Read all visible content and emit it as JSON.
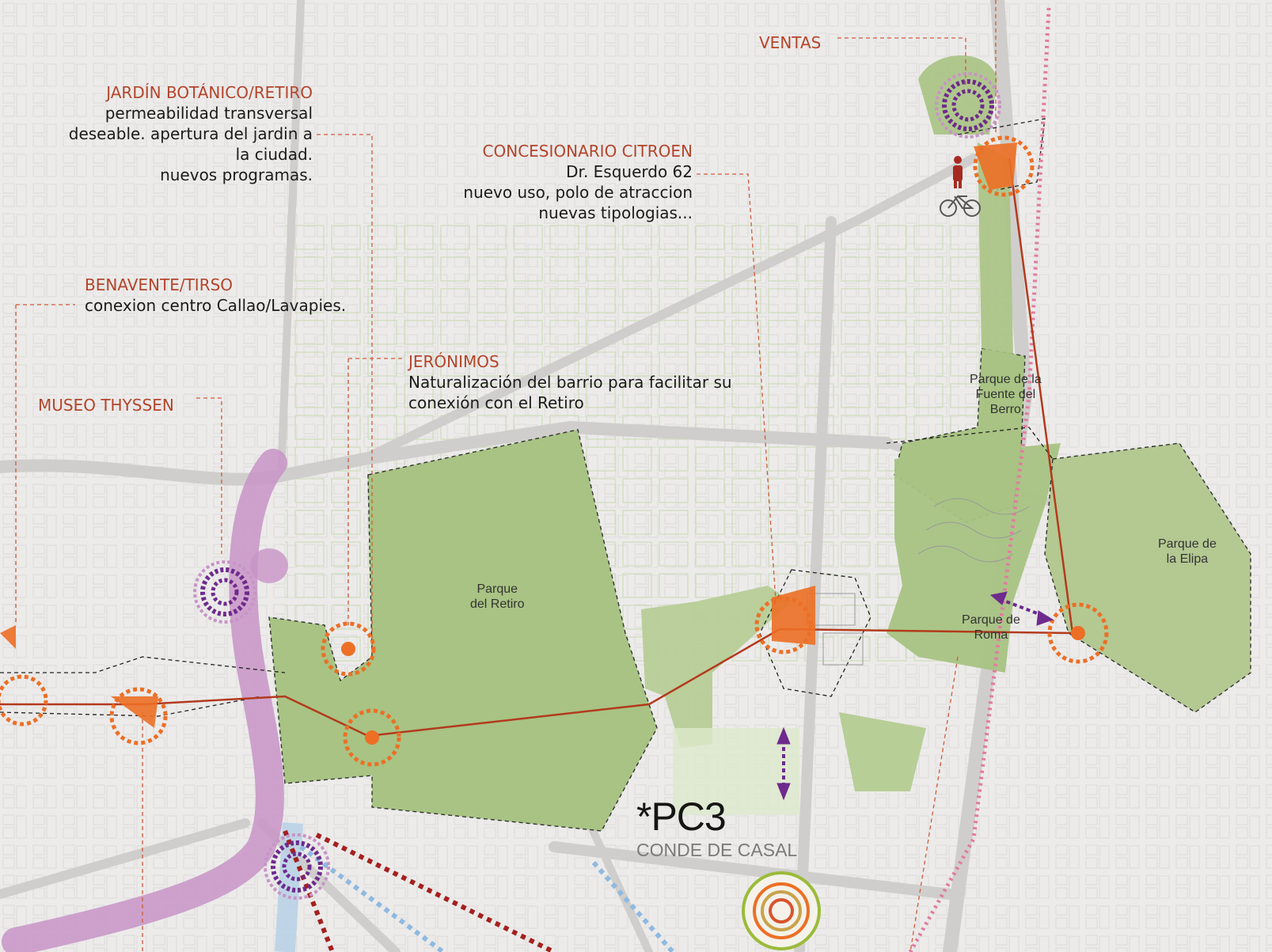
{
  "labels": {
    "ventas": {
      "title": "VENTAS"
    },
    "jardin": {
      "title": "JARDÍN BOTÁNICO/RETIRO",
      "line1": "permeabilidad transversal",
      "line2": "deseable. apertura del jardin a",
      "line3": "la ciudad.",
      "line4": "nuevos programas."
    },
    "citroen": {
      "title": "CONCESIONARIO CITROEN",
      "line1": "Dr. Esquerdo 62",
      "line2": "nuevo uso, polo de atraccion",
      "line3": "nuevas tipologias..."
    },
    "benavente": {
      "title": "BENAVENTE/TIRSO",
      "line1": "conexion centro Callao/Lavapies."
    },
    "jeronimos": {
      "title": "JERÓNIMOS",
      "line1": "Naturalización del barrio para facilitar su",
      "line2": "conexión con el Retiro"
    },
    "thyssen": {
      "title": "MUSEO THYSSEN"
    }
  },
  "parks": {
    "retiro": {
      "line1": "Parque",
      "line2": "del Retiro"
    },
    "fuente_berro": {
      "line1": "Parque de la",
      "line2": "Fuente del",
      "line3": "Berro"
    },
    "elipa": {
      "line1": "Parque de",
      "line2": "la Elipa"
    },
    "roma": {
      "line1": "Parque de",
      "line2": "Roma"
    }
  },
  "project": {
    "code": "*PC3",
    "name": "CONDE DE CASAL"
  },
  "icons": [
    "pedestrian-icon",
    "bicycle-icon",
    "two-way-arrow-icon"
  ],
  "colors": {
    "park_green": "#a8c383",
    "label_red": "#b4452b",
    "route_red": "#b33a1d",
    "node_orange": "#ec6f25",
    "node_purple": "#6e2a8c",
    "axis_pink": "#c894c7",
    "street_gray": "#c9c8c6"
  }
}
